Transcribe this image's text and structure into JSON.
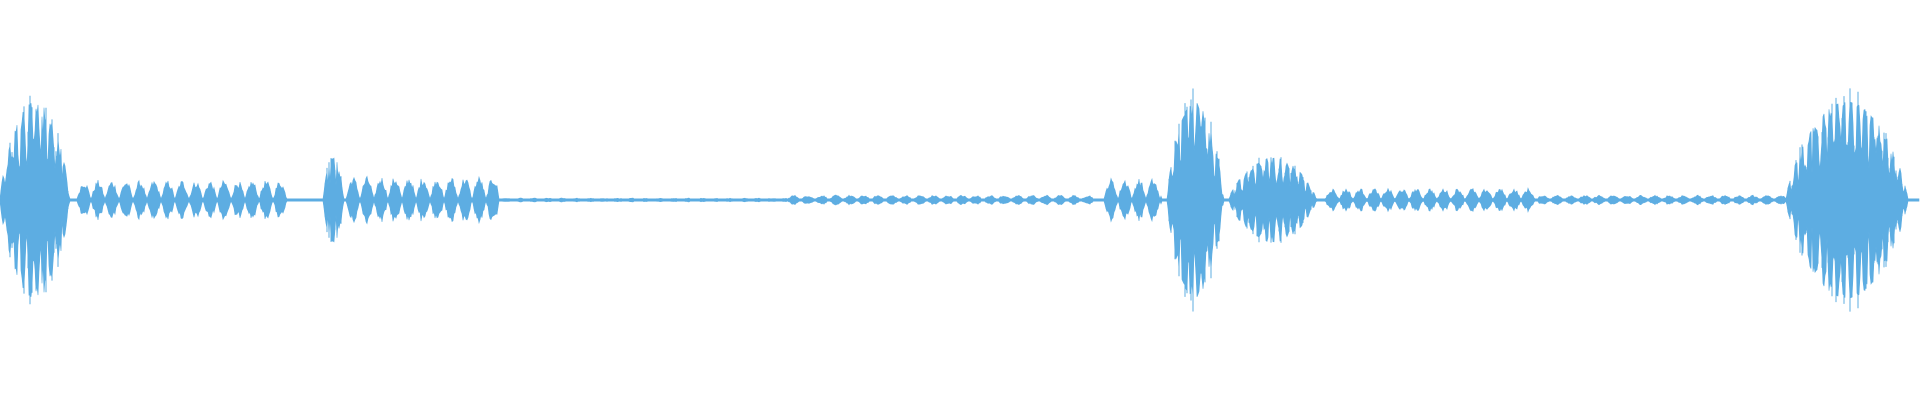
{
  "waveform": {
    "color": "#5DADE2",
    "background": "#FFFFFF",
    "bursts": [
      {
        "start": 0.0,
        "end": 0.04,
        "peak": 0.98,
        "kind": "speech"
      },
      {
        "start": 0.04,
        "end": 0.15,
        "peak": 0.2,
        "kind": "beads"
      },
      {
        "start": 0.168,
        "end": 0.18,
        "peak": 0.42,
        "kind": "speech"
      },
      {
        "start": 0.18,
        "end": 0.26,
        "peak": 0.24,
        "kind": "beads"
      },
      {
        "start": 0.26,
        "end": 0.41,
        "peak": 0.02,
        "kind": "beads"
      },
      {
        "start": 0.41,
        "end": 0.57,
        "peak": 0.05,
        "kind": "beads"
      },
      {
        "start": 0.575,
        "end": 0.605,
        "peak": 0.22,
        "kind": "beads"
      },
      {
        "start": 0.608,
        "end": 0.64,
        "peak": 0.98,
        "kind": "speech"
      },
      {
        "start": 0.64,
        "end": 0.69,
        "peak": 0.42,
        "kind": "speech"
      },
      {
        "start": 0.69,
        "end": 0.8,
        "peak": 0.12,
        "kind": "beads"
      },
      {
        "start": 0.8,
        "end": 0.93,
        "peak": 0.05,
        "kind": "beads"
      },
      {
        "start": 0.93,
        "end": 1.0,
        "peak": 0.98,
        "kind": "speech"
      }
    ]
  }
}
